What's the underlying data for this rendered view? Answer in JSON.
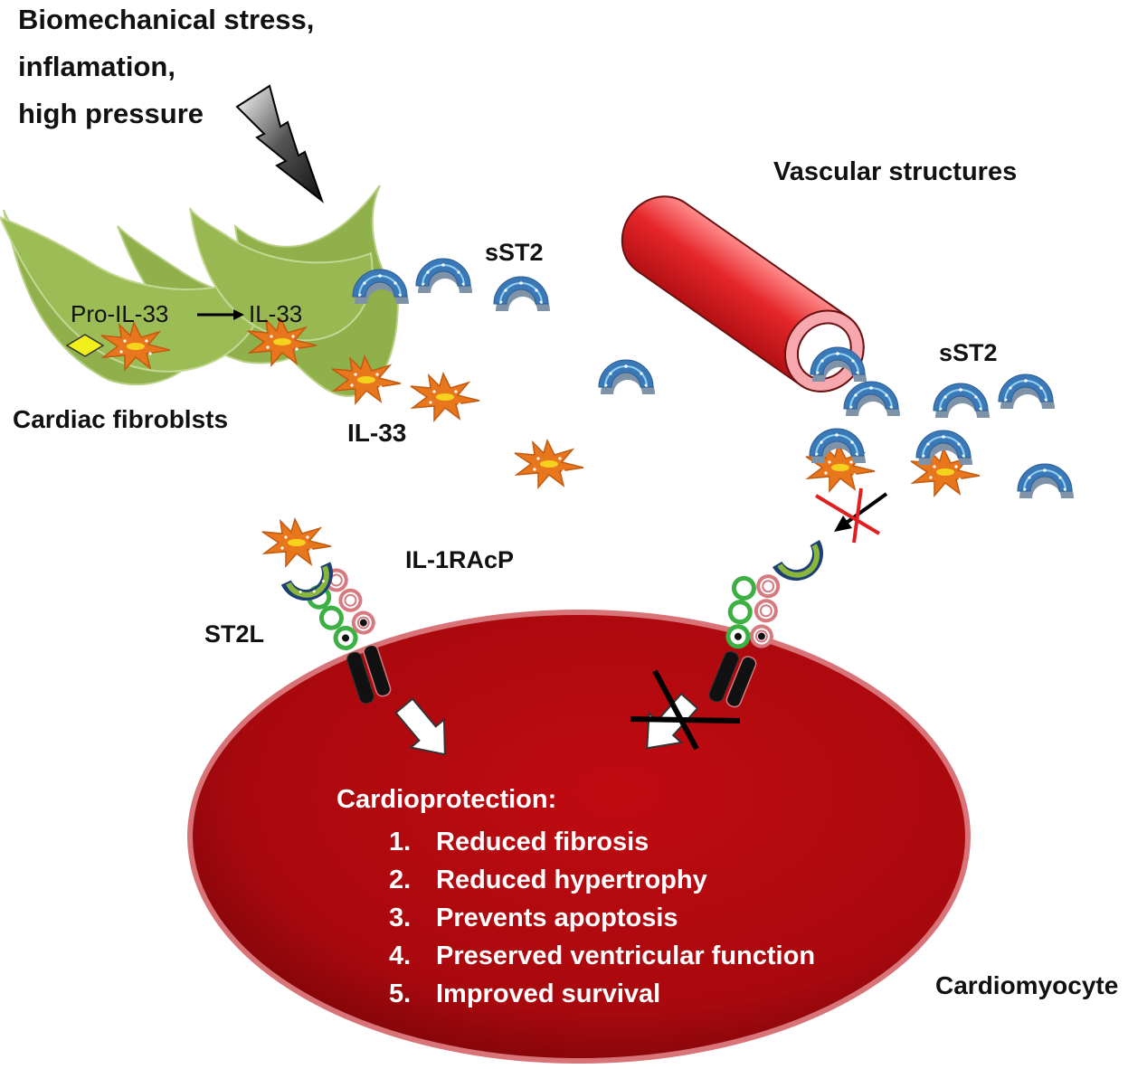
{
  "stimulus": {
    "lines": [
      "Biomechanical stress,",
      "inflamation,",
      "high pressure"
    ]
  },
  "labels": {
    "vascular": "Vascular structures",
    "sst2_top": "sST2",
    "sst2_right": "sST2",
    "pro_il33": "Pro-IL-33",
    "il33_in_cell": "IL-33",
    "fibroblasts": "Cardiac fibroblsts",
    "il33_free": "IL-33",
    "il1racp": "IL-1RAcP",
    "st2l": "ST2L",
    "cardiomyocyte": "Cardiomyocyte"
  },
  "cardioprotection": {
    "title": "Cardioprotection:",
    "items": [
      {
        "num": "1.",
        "text": "Reduced fibrosis"
      },
      {
        "num": "2.",
        "text": "Reduced hypertrophy"
      },
      {
        "num": "3.",
        "text": "Prevents apoptosis"
      },
      {
        "num": "4.",
        "text": "Preserved ventricular function"
      },
      {
        "num": "5.",
        "text": "Improved survival"
      }
    ]
  },
  "colors": {
    "fibroblast": "#8fb04a",
    "il33": "#e8761c",
    "sst2": "#3b78b8",
    "vessel": "#e52629",
    "cell": "#a8090e",
    "st2l_ring": "#3cb043",
    "il1racp_ring": "#d67a80",
    "block_cross": "#e02020"
  }
}
